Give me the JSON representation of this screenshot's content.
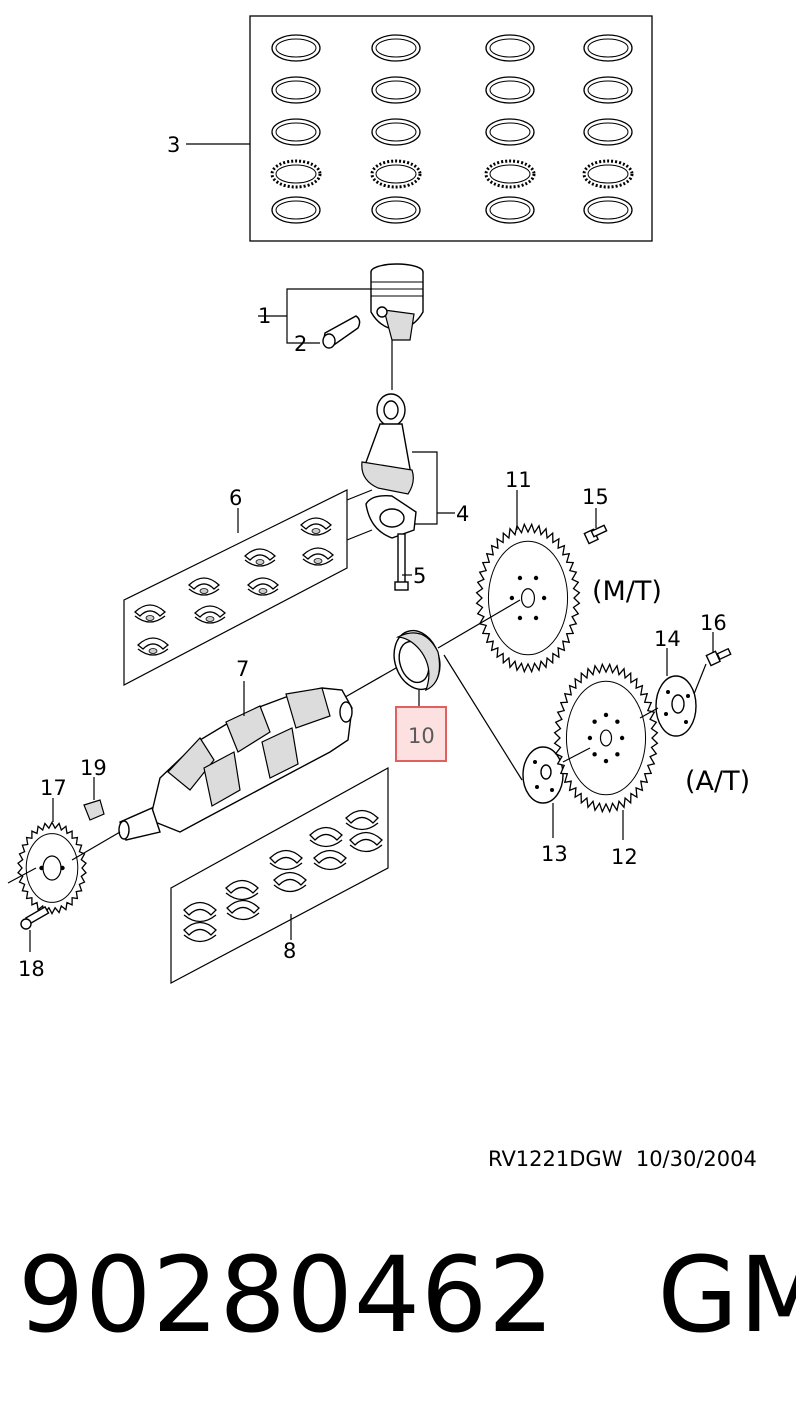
{
  "callouts": {
    "c1": "1",
    "c2": "2",
    "c3": "3",
    "c4": "4",
    "c5": "5",
    "c6": "6",
    "c7": "7",
    "c8": "8",
    "c10": "10",
    "c11": "11",
    "c12": "12",
    "c13": "13",
    "c14": "14",
    "c15": "15",
    "c16": "16",
    "c17": "17",
    "c18": "18",
    "c19": "19"
  },
  "variants": {
    "manual": "(M/T)",
    "automatic": "(A/T)"
  },
  "highlight": {
    "callout": "10",
    "color": "#e06060",
    "fill": "#fde0e0"
  },
  "footer": {
    "reference": "RV1221DGW",
    "date": "10/30/2004",
    "part_number": "90280462",
    "brand": "GM"
  }
}
